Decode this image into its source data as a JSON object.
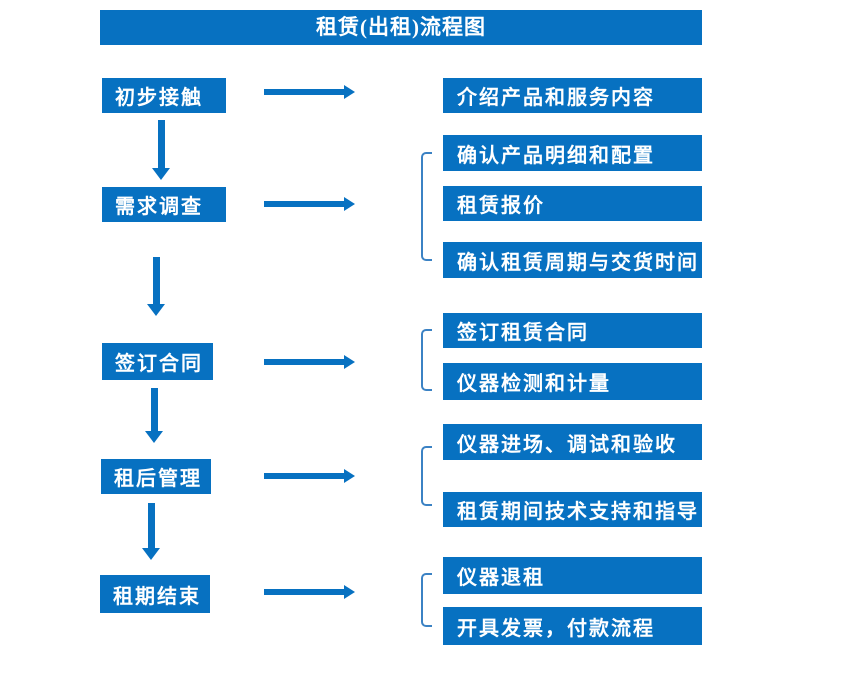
{
  "title": "租赁(出租)流程图",
  "colors": {
    "primary_blue": "#0771c1",
    "bracket_blue": "#3b82c4",
    "text_white": "#ffffff",
    "background": "#ffffff"
  },
  "left_steps": [
    "初步接触",
    "需求调查",
    "签订合同",
    "租后管理",
    "租期结束"
  ],
  "right_details": [
    "介绍产品和服务内容",
    "确认产品明细和配置",
    "租赁报价",
    "确认租赁周期与交货时间",
    "签订租赁合同",
    "仪器检测和计量",
    "仪器进场、调试和验收",
    "租赁期间技术支持和指导",
    "仪器退租",
    "开具发票，付款流程"
  ]
}
